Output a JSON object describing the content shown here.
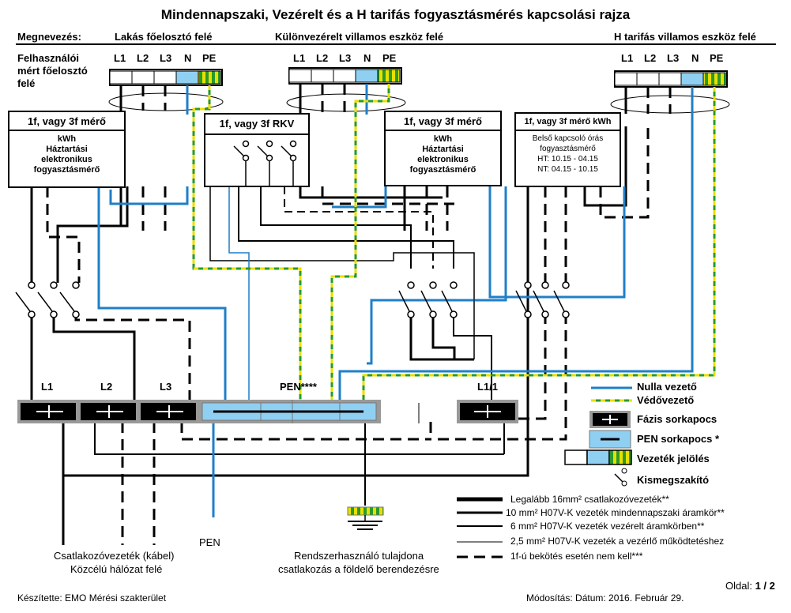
{
  "title": "Mindennapszaki, Vezérelt és a H tarifás fogyasztásmérés kapcsolási rajza",
  "header": {
    "label": "Megnevezés:",
    "col1": "Lakás főelosztó felé",
    "col2": "Különvezérelt villamos eszköz felé",
    "col3": "H tarifás villamos eszköz felé"
  },
  "user_meter_label": [
    "Felhasználói",
    "mért főelosztó",
    "felé"
  ],
  "conductor_labels": [
    "L1",
    "L2",
    "L3",
    "N",
    "PE"
  ],
  "meters": {
    "m1": {
      "title": "1f, vagy 3f mérő",
      "lines": [
        "kWh",
        "Háztartási",
        "elektronikus",
        "fogyasztásmérő"
      ]
    },
    "rkv": {
      "title": "1f, vagy 3f RKV"
    },
    "m2": {
      "title": "1f, vagy 3f mérő",
      "lines": [
        "kWh",
        "Háztartási",
        "elektronikus",
        "fogyasztásmérő"
      ]
    },
    "m3": {
      "title": "1f, vagy 3f mérő kWh",
      "lines": [
        "Belső kapcsoló órás",
        "fogyasztásmérő",
        "HT: 10.15 - 04.15",
        "NT: 04.15 - 10.15"
      ]
    }
  },
  "terminals": {
    "l1": "L1",
    "l2": "L2",
    "l3": "L3",
    "pen": "PEN****",
    "l11": "L1/1"
  },
  "legend": {
    "nulla": "Nulla vezető",
    "vedo": "Védővezető",
    "fazis": "Fázis sorkapocs",
    "pen": "PEN sorkapocs *",
    "jeloles": "Vezeték jelölés",
    "kismeg": "Kismegszakító"
  },
  "wire_legend": [
    {
      "text": "Legalább 16mm² csatlakozóvezeték**"
    },
    {
      "text": "10 mm² H07V-K vezeték mindennapszaki áramkör**"
    },
    {
      "text": "6 mm² H07V-K vezeték vezérelt áramkörben**"
    },
    {
      "text": "2,5 mm² H07V-K vezeték a vezérlő működtetéshez"
    },
    {
      "text": "1f-ú bekötés esetén nem kell***"
    }
  ],
  "bottom": {
    "pen": "PEN",
    "cable1": "Csatlakozóvezeték (kábel)",
    "cable2": "Közcélú hálózat felé",
    "rend1": "Rendszerhasználó tulajdona",
    "rend2": "csatlakozás a földelő berendezésre"
  },
  "footer": {
    "author": "Készítette: EMO Mérési szakterület",
    "modified": "Módosítás: Dátum: 2016. Február 29.",
    "page_label": "Oldal:",
    "page_value": "1 / 2"
  },
  "colors": {
    "neutral": "#1f7fc8",
    "pe_yellow": "#e8e000",
    "pe_green": "#2a9a2a",
    "pen_fill": "#8fd0f2",
    "terminal_fill": "#000000"
  }
}
